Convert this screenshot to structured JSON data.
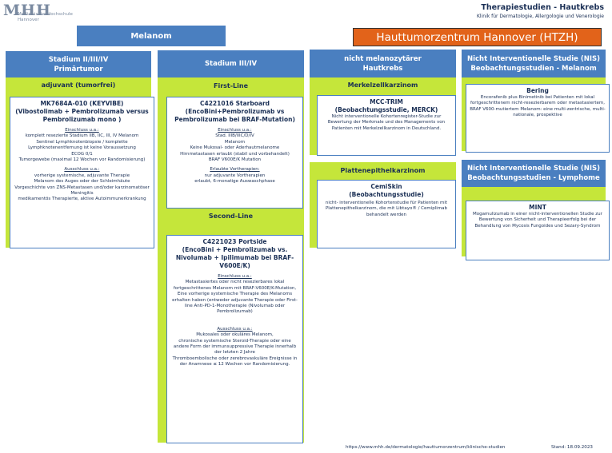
{
  "header": {
    "logo": "MHH",
    "logo_sub_1": "Medizinische Hochschule",
    "logo_sub_2": "Hannover",
    "title": "Therapiestudien - Hautkrebs",
    "subtitle": "Klinik für Dermatologie, Allergologie und Venerologie"
  },
  "banner_melanom": "Melanom",
  "banner_htzh": "Hauttumorzentrum Hannover (HTZH)",
  "col1": {
    "head_1": "Stadium II/III/IV",
    "head_2": "Primärtumor",
    "green_title": "adjuvant (tumorfrei)",
    "card": {
      "title": "MK7684A-010 (KEYVIBE)",
      "title_2": "(Vibostolimab + Pembrolizumab versus Pembrolizumab mono )",
      "incl_head": "Einschluss u.a.:",
      "incl": "komplett resezierte Stadium IIB, IIC, III, IV Melanom\nSentinel Lymphknotenbiopsie / komplette Lymphknotenentfernung ist keine Voraussetzung\nECOG 0/1\nTumorgewebe (maximal 12 Wochen vor Randomisierung)",
      "excl_head": "Ausschluss u.a.:",
      "excl": "vorherige systemische, adjuvante Therapie\nMelanom des Auges oder der Schleimhäute\nVorgeschichte von ZNS-Metastasen und/oder karzinomatöser Meningitis\nmedikamentös Therapierte, aktive Autoimmunerkrankung"
    }
  },
  "col2": {
    "head": "Stadium III/IV",
    "first_title": "First-Line",
    "card1": {
      "title": "C4221016 Starboard",
      "title_2": "(EncoBini+Pembrolizumab vs Pembrolizumab bei BRAF-Mutation)",
      "incl_head": "Einschluss u.a.:",
      "incl": "Stad. IIIB/IIIC/D/IV\nMelanom\nKeine Mukosal- oder Aderhautmelanome\nHirnmetastasen erlaubt (stabil und vorbehandelt)\nBRAF V600E/K Mutation",
      "allowed_head": "Erlaubte Vortherapien:",
      "allowed": "nur adjuvante Vortherapien\nerlaubt, 6-monatige Auswaschphase"
    },
    "second_title": "Second-Line",
    "card2": {
      "title": "C4221023 Portside",
      "title_2": "(EncoBini + Pembrolizumab vs. Nivolumab + Ipilimumab bei BRAF-V600E/K)",
      "incl_head": "Einschluss u.a.:",
      "incl": "Metastasiertes oder nicht resezierbares lokal fortgeschrittenes Melanom mit BRAF-V600E/K-Mutation,\nEine vorherige systemische Therapie des Melanoms erhalten haben (entweder adjuvante Therapie oder First-line Anti-PD-1-Monotherapie (Nivolumab oder Pembrolizumab)",
      "excl_head": "Ausschluss u.a.:",
      "excl": "Mukosales oder okuläres Melanom,\nchronische systemische Steroid-Therapie oder eine andere Form der immunsuppressive Therapie innerhalb der letzten 2 Jahre\nThromboembolische oder zerebrovaskuläre Ereignisse in der Anamnese ≤ 12 Wochen vor Randomisierung."
    }
  },
  "col3": {
    "head_1": "nicht melanozytärer",
    "head_2": "Hautkrebs",
    "merkel_title": "Merkelzellkarzinom",
    "merkel_card": {
      "title": "MCC-TRIM",
      "title_2": "(Beobachtungsstudie, MERCK)",
      "text": "Nicht interventionelle Kohortenregister-Studie zur Bewertung der Merkmale und des Managements von Patienten mit Merkelzellkarzinom in Deutschland."
    },
    "platten_title": "Plattenepithelkarzinom",
    "platten_card": {
      "title": "CemiSkin",
      "title_2": "(Beobachtungsstudie)",
      "text": "nicht- interventionelle Kohortenstudie für Patienten mit Plattenepithelkarzinom, die mit Libtayo® / Cemiplimab behandelt werden"
    }
  },
  "col4": {
    "head_1": "Nicht Interventionelle Studie (NIS)",
    "head_2": "Beobachtungsstudien - Melanom",
    "card1": {
      "title": "Bering",
      "text": "Encorafenib plus Binimetinib bei Patienten mit lokal fortgeschrittenem nicht-resezierbarem oder metastasiertem, BRAF V600-mutiertem Melanom: eine multi-zentrische, multi-nationale, prospektive"
    },
    "head2_1": "Nicht Interventionelle Studie (NIS)",
    "head2_2": "Beobachtungsstudien - Lymphome",
    "card2": {
      "title": "MINT",
      "text": "Mogamulizumab in einer nicht-interventionellen Studie zur Bewertung von Sicherheit und Therapieerfolg bei der Behandlung von Mycosis Fungoides und Sezary-Syndrom"
    }
  },
  "footer": {
    "url": "https://www.mhh.de/dermatologie/hauttumorzentrum/klinische-studien",
    "date": "Stand: 18.09.2023"
  },
  "colors": {
    "blue": "#4a7fc0",
    "green": "#c5e63a",
    "orange": "#e2631a",
    "text": "#1a2f55"
  }
}
